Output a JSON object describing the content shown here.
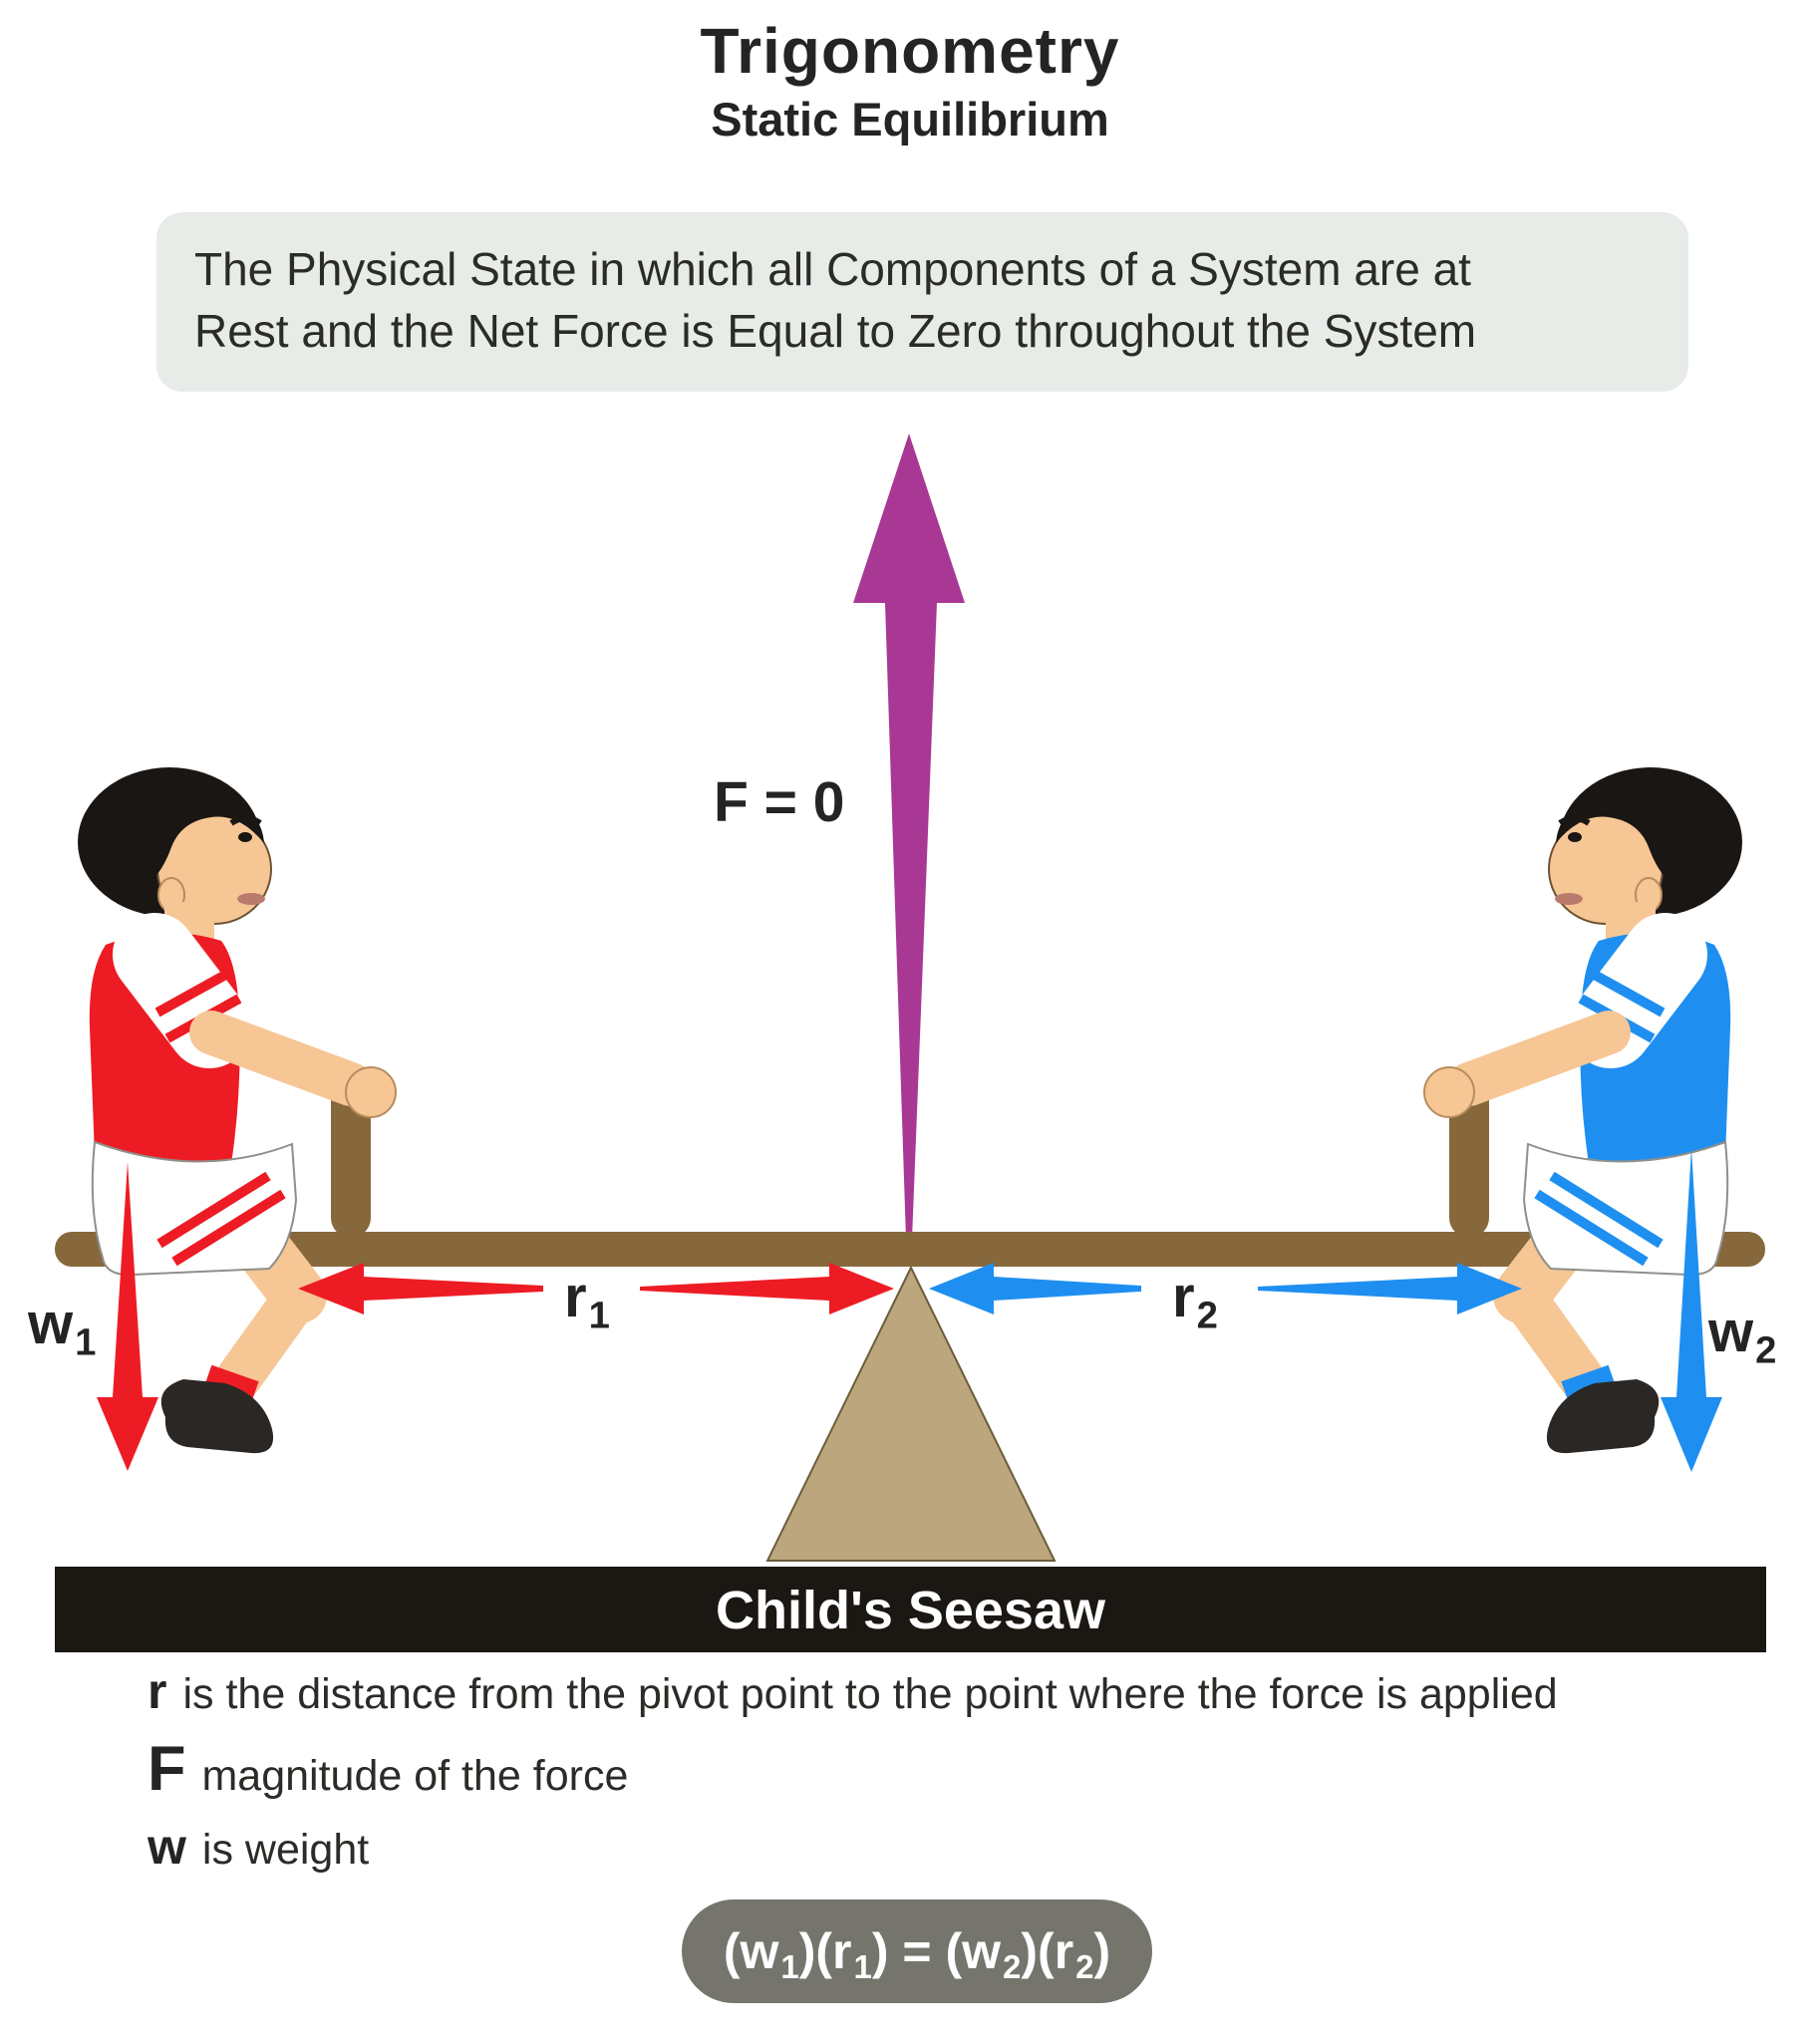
{
  "header": {
    "title": "Trigonometry",
    "subtitle": "Static Equilibrium"
  },
  "definition": {
    "lines": [
      "The Physical State in which all Components of a System are at",
      "Rest and the Net Force is Equal to Zero throughout the System"
    ]
  },
  "diagram": {
    "net_force_label": "F = 0",
    "banner": "Child's Seesaw",
    "labels": {
      "w1": {
        "base": "w",
        "sub": "1"
      },
      "w2": {
        "base": "w",
        "sub": "2"
      },
      "r1": {
        "base": "r",
        "sub": "1"
      },
      "r2": {
        "base": "r",
        "sub": "2"
      }
    }
  },
  "legend": {
    "items": [
      {
        "symbol": "r",
        "text": "is the distance from the pivot point to the point where the force is applied"
      },
      {
        "symbol": "F",
        "text": "magnitude of the force"
      },
      {
        "symbol": "w",
        "text": "is weight"
      }
    ]
  },
  "formula": {
    "parts": [
      {
        "t": "(w",
        "sub": "1"
      },
      {
        "t": ")(r",
        "sub": "1"
      },
      {
        "t": ") = (w",
        "sub": "2"
      },
      {
        "t": ")(r",
        "sub": "2"
      },
      {
        "t": ")",
        "sub": ""
      }
    ]
  },
  "colors": {
    "red": "#ED1C24",
    "blue": "#1E8FF0",
    "purple": "#A83894",
    "wood": "#87683C",
    "fulcrum": "#BCA67D",
    "skin": "#F6C695",
    "hair": "#1A1613",
    "shoe": "#2B2724",
    "lips": "#B97B6B",
    "banner_bg": "#1B1713",
    "definition_bg": "#E8ECE9",
    "formula_bg": "#75756D",
    "text": "#262422"
  }
}
